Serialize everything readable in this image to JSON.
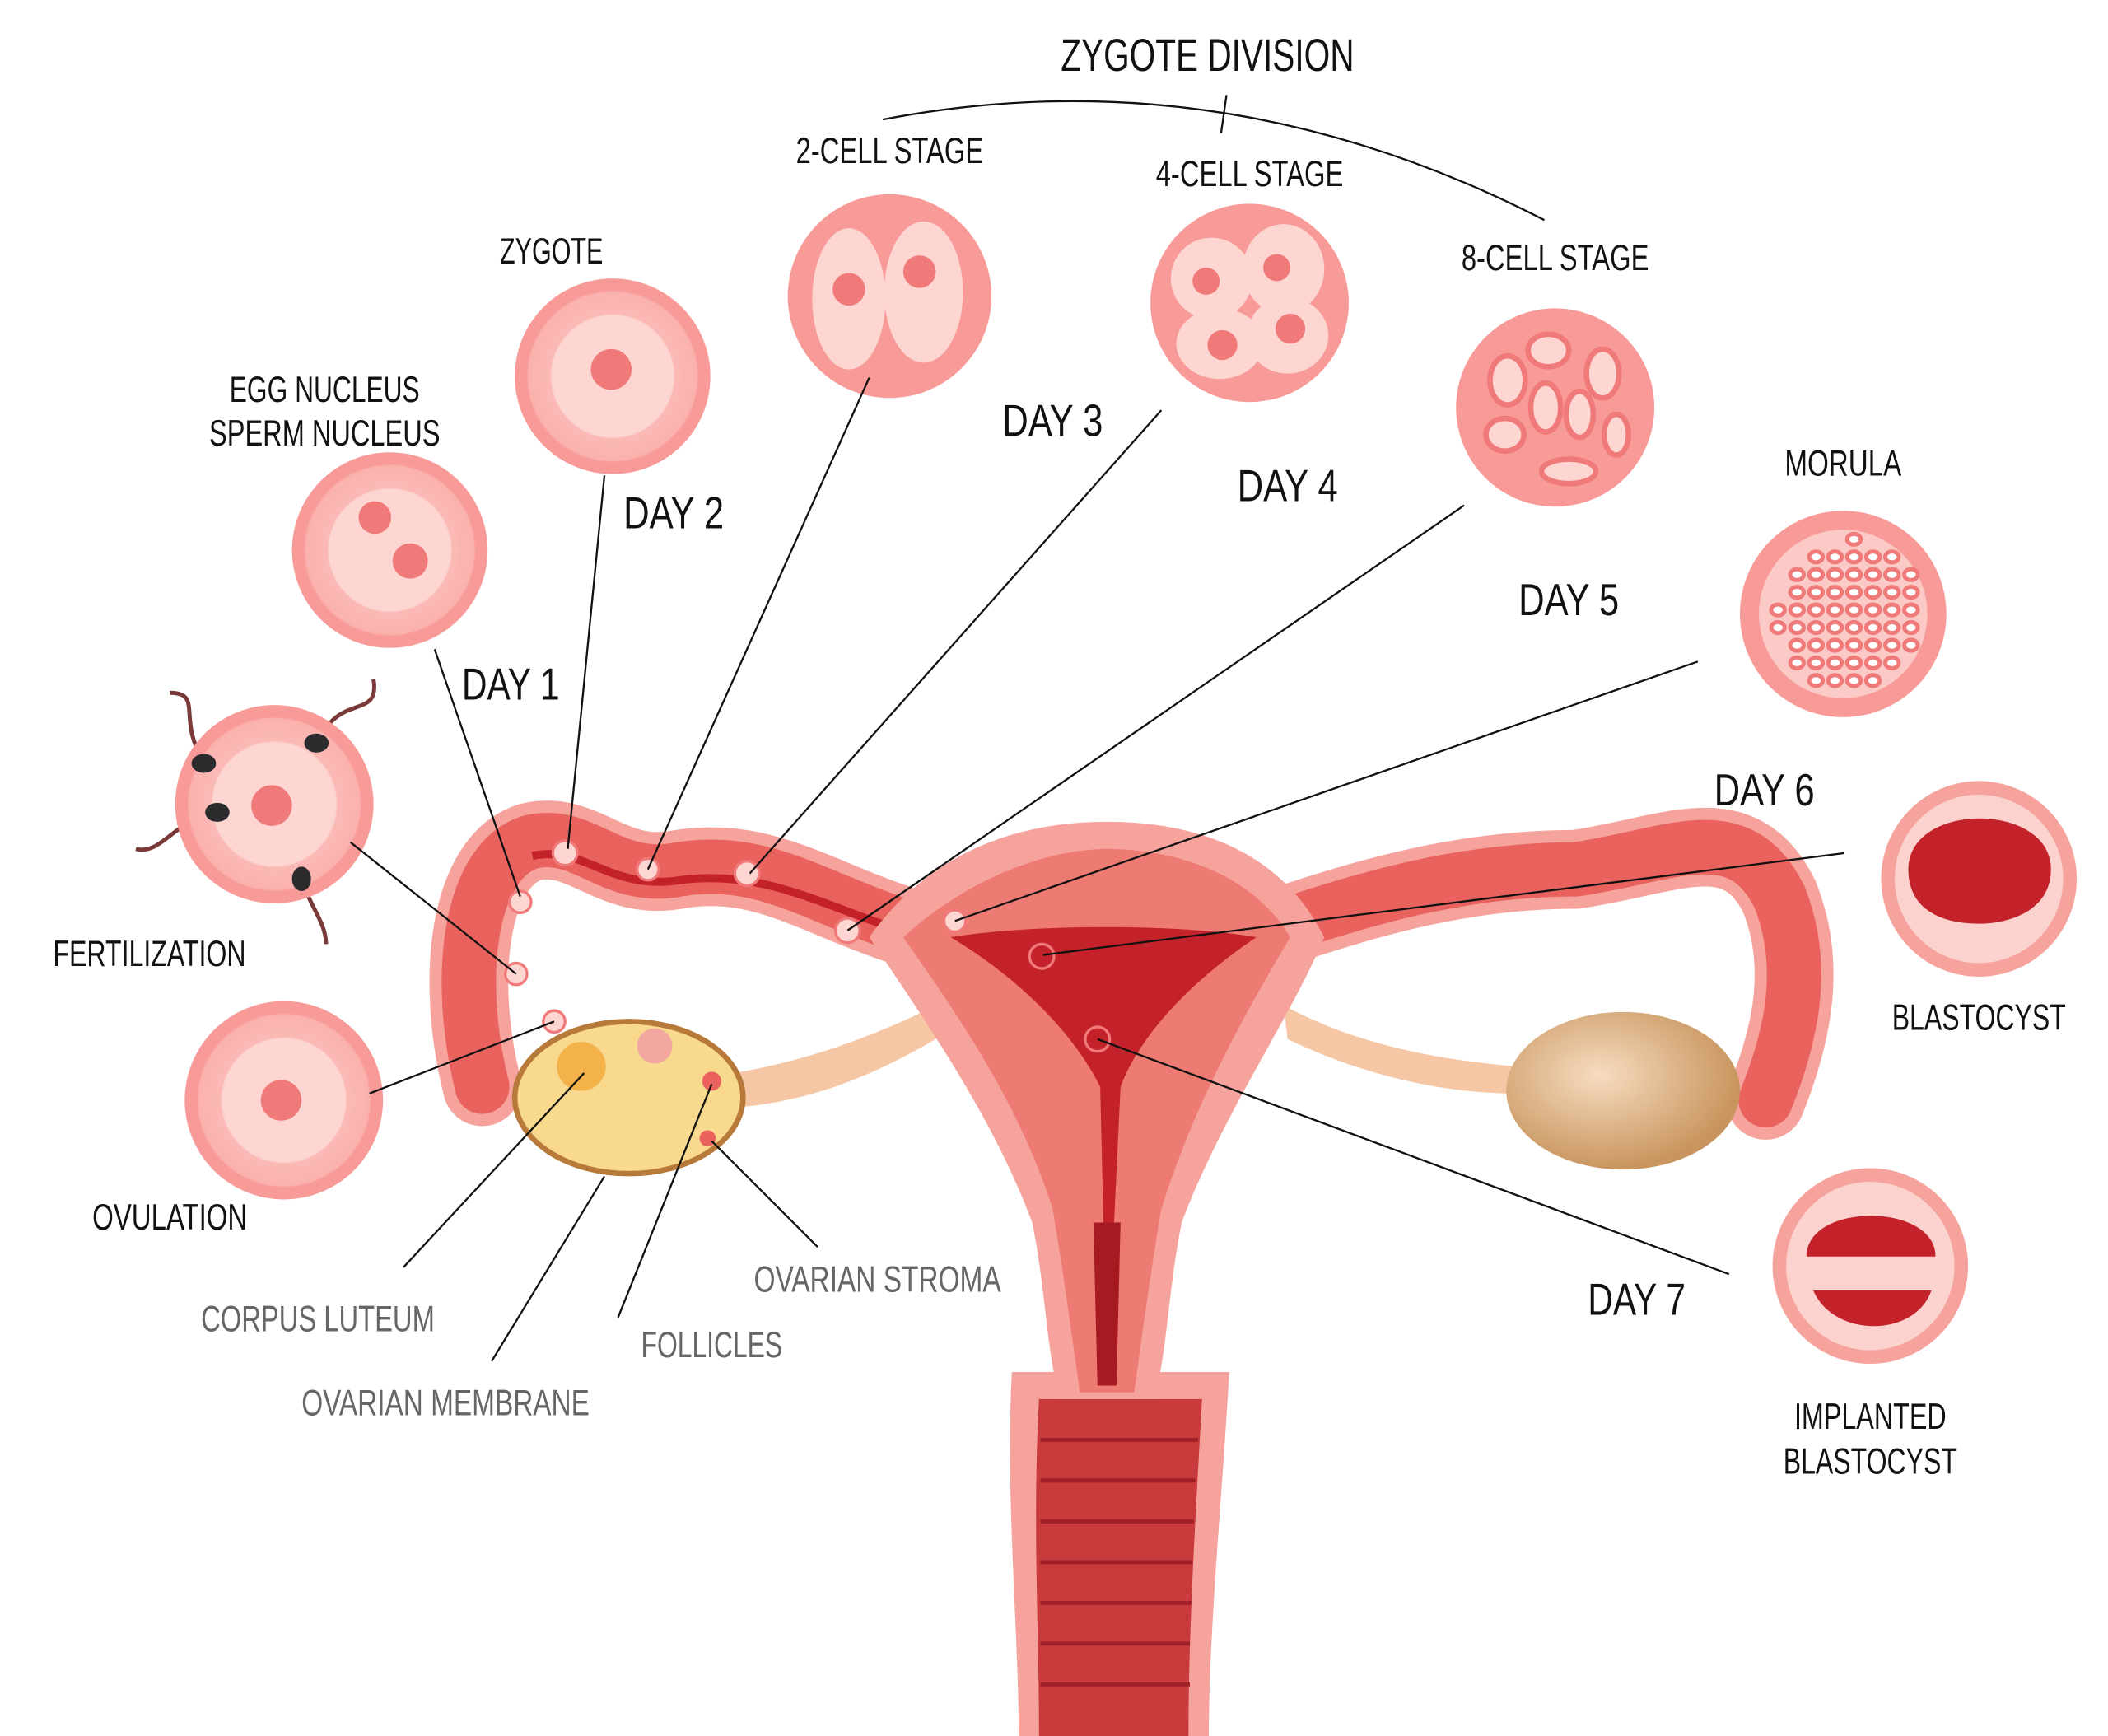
{
  "title": "ZYGOTE DIVISION",
  "stages": {
    "two_cell": "2-CELL STAGE",
    "four_cell": "4-CELL STAGE",
    "eight_cell": "8-CELL STAGE",
    "zygote": "ZYGOTE",
    "egg_nucleus": "EGG NUCLEUS",
    "sperm_nucleus": "SPERM NUCLEUS",
    "morula": "MORULA",
    "blastocyst": "BLASTOCYST",
    "implanted_1": "IMPLANTED",
    "implanted_2": "BLASTOCYST",
    "fertilization": "FERTILIZATION",
    "ovulation": "OVULATION"
  },
  "anatomy": {
    "corpus_luteum": "CORPUS LUTEUM",
    "ovarian_membrane": "OVARIAN MEMBRANE",
    "follicles": "FOLLICLES",
    "ovarian_stroma": "OVARIAN STROMA"
  },
  "days": {
    "d1": "DAY 1",
    "d2": "DAY 2",
    "d3": "DAY 3",
    "d4": "DAY 4",
    "d5": "DAY 5",
    "d6": "DAY 6",
    "d7": "DAY 7"
  },
  "colors": {
    "cell_outer": "#f89a98",
    "cell_mid": "#fbb9b5",
    "cell_inner": "#fdd6d2",
    "nucleus": "#f07a7a",
    "tissue": "#e9625d",
    "tissue_light": "#f5a39c",
    "blood": "#c4222a",
    "ovary": "#f8d98e",
    "ovary_right": "#e9c49b"
  }
}
